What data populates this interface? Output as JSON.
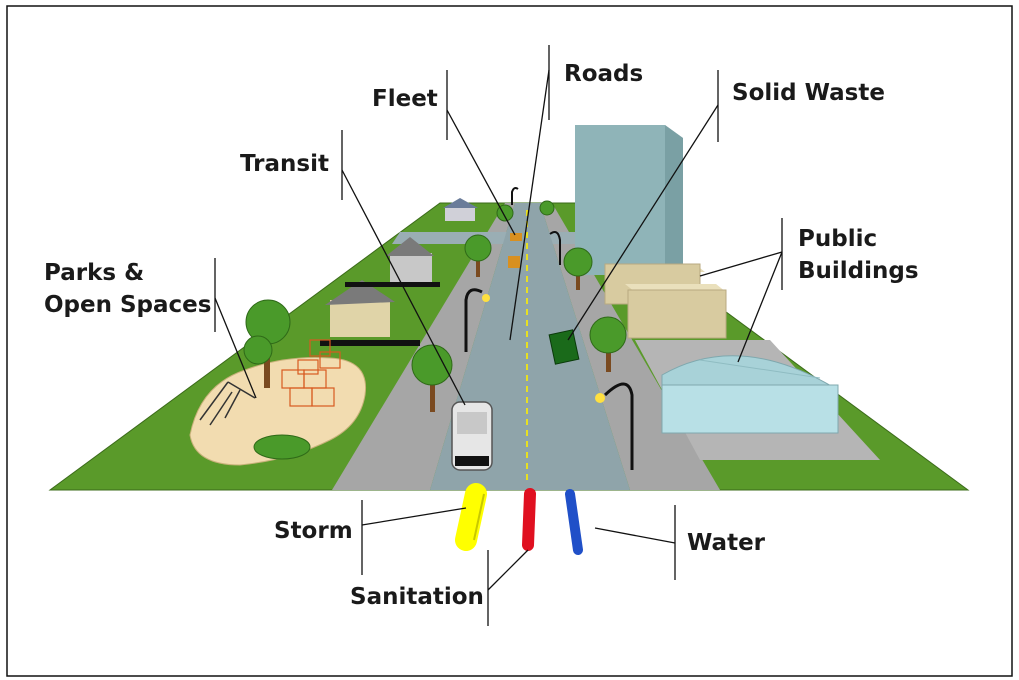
{
  "labels": {
    "fleet": "Fleet",
    "roads": "Roads",
    "solid_waste": "Solid Waste",
    "transit": "Transit",
    "public_buildings_1": "Public",
    "public_buildings_2": "Buildings",
    "parks_1": "Parks &",
    "parks_2": "Open Spaces",
    "storm": "Storm",
    "sanitation": "Sanitation",
    "water": "Water"
  },
  "colors": {
    "grass": "#5a9a2a",
    "road": "#8fa4aa",
    "sidewalk": "#a6a6a6",
    "sand": "#f2dcb0",
    "tower": "#8fb4b8",
    "tan_building": "#d8cba0",
    "hangar": "#b8e0e6",
    "storm_pipe": "#ffff00",
    "sanitation_pipe": "#e01020",
    "water_pipe": "#2050c8"
  }
}
